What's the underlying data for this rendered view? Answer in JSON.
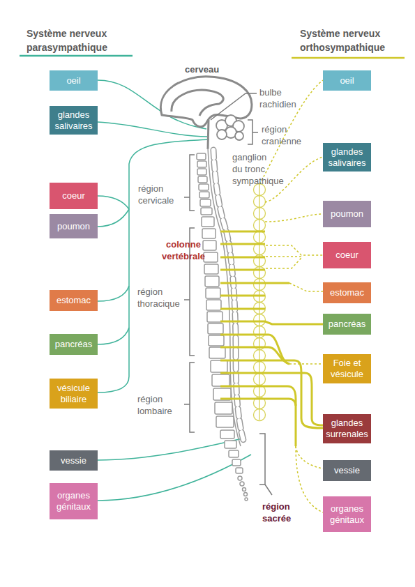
{
  "diagram": {
    "nodes": [
      {
        "text": [
          "oeil"
        ]
      },
      {
        "text": [
          "glandes salivaires"
        ]
      },
      {
        "text": [
          "coeur"
        ]
      },
      {
        "text": [
          "poumon"
        ]
      },
      {
        "text": [
          "estomac"
        ]
      },
      {
        "text": [
          "pancréas"
        ]
      },
      {
        "text": [
          "vésicule biliaire"
        ]
      },
      {
        "text": [
          "vessie"
        ]
      },
      {
        "text": [
          "organes génitaux"
        ]
      },
      {
        "text": [
          "oeil"
        ]
      },
      {
        "text": [
          "glandes salivaires"
        ]
      },
      {
        "text": [
          "poumon"
        ]
      },
      {
        "text": [
          "coeur"
        ]
      },
      {
        "text": [
          "estomac"
        ]
      },
      {
        "text": [
          "pancréas"
        ]
      },
      {
        "text": [
          "Foie et vésicule"
        ]
      },
      {
        "text": [
          "glandes surrenales"
        ]
      },
      {
        "text": [
          "vessie"
        ]
      },
      {
        "text": [
          "organes génitaux"
        ]
      }
    ],
    "labels": [
      "Système nerveux parasympathique",
      "Système nerveux orthosympathique",
      "cerveau",
      "bulbe rachidien",
      "région cranienne",
      "ganglion du tronc sympathique",
      "région cervicale",
      "colonne vertébrale",
      "région thoracique",
      "région lombaire",
      "région sacrée"
    ]
  }
}
